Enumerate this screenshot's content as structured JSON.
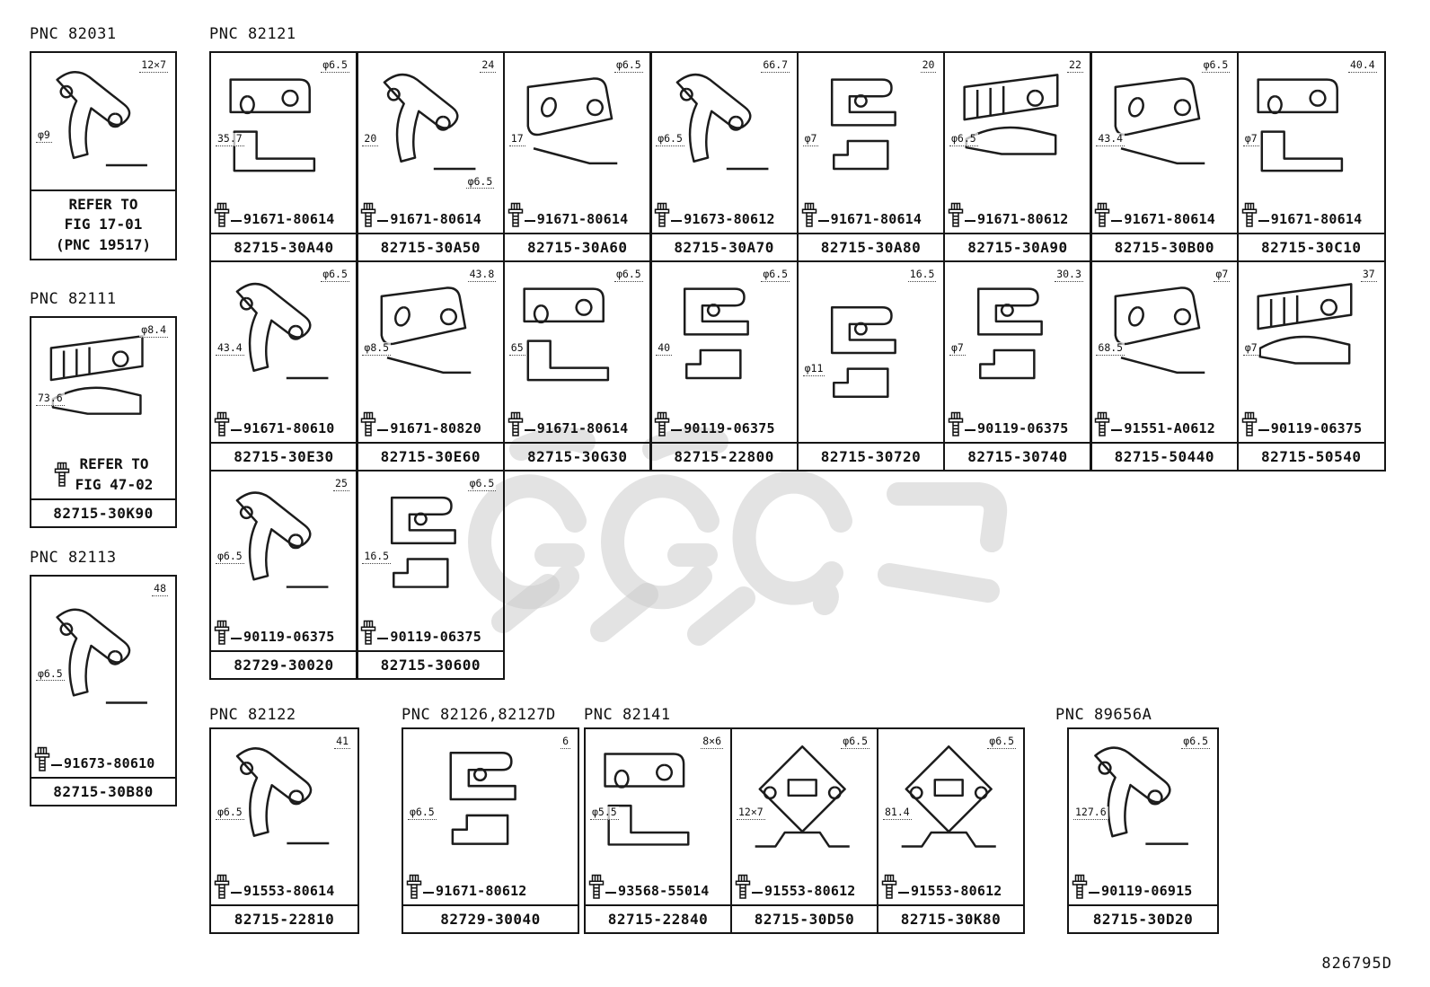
{
  "page": {
    "footer_code": "826795D",
    "watermark_color": "#cccccc"
  },
  "left_panels": [
    {
      "pnc": "PNC 82031",
      "dims": [
        "12×7",
        "φ9"
      ],
      "caption": [
        "REFER TO",
        "FIG 17-01",
        "(PNC 19517)"
      ],
      "caption_bordered": true,
      "bolt": null,
      "bolt_icon": false,
      "part": null,
      "shape": "arm"
    },
    {
      "pnc": "PNC 82111",
      "dims": [
        "φ8.4",
        "73.6"
      ],
      "caption": [
        "REFER TO",
        "FIG 47-02"
      ],
      "caption_bordered": false,
      "bolt": null,
      "bolt_icon": true,
      "part": "82715-30K90",
      "shape": "panel"
    },
    {
      "pnc": "PNC 82113",
      "dims": [
        "48",
        "φ6.5"
      ],
      "caption": [],
      "caption_bordered": false,
      "bolt": "91673-80610",
      "bolt_icon": true,
      "part": "82715-30B80",
      "shape": "arm"
    }
  ],
  "groups": [
    {
      "pnc": "PNC 82121",
      "rows": [
        [
          {
            "dims": [
              "φ6.5",
              "35.7"
            ],
            "bolt": "91671-80614",
            "part": "82715-30A40",
            "shape": "plate"
          },
          {
            "dims": [
              "24",
              "20",
              "φ6.5"
            ],
            "bolt": "91671-80614",
            "part": "82715-30A50",
            "shape": "arm"
          },
          {
            "dims": [
              "φ6.5",
              "17"
            ],
            "bolt": "91671-80614",
            "part": "82715-30A60",
            "shape": "flag"
          },
          {
            "dims": [
              "66.7",
              "φ6.5"
            ],
            "bolt": "91673-80612",
            "part": "82715-30A70",
            "shape": "arm"
          },
          {
            "dims": [
              "20",
              "φ7"
            ],
            "bolt": "91671-80614",
            "part": "82715-30A80",
            "shape": "clip"
          },
          {
            "dims": [
              "22",
              "φ6.5"
            ],
            "bolt": "91671-80612",
            "part": "82715-30A90",
            "shape": "panel"
          },
          {
            "dims": [
              "φ6.5",
              "43.4"
            ],
            "bolt": "91671-80614",
            "part": "82715-30B00",
            "shape": "flag"
          },
          {
            "dims": [
              "40.4",
              "φ7"
            ],
            "bolt": "91671-80614",
            "part": "82715-30C10",
            "shape": "plate"
          }
        ],
        [
          {
            "dims": [
              "φ6.5",
              "43.4"
            ],
            "bolt": "91671-80610",
            "part": "82715-30E30",
            "shape": "arm"
          },
          {
            "dims": [
              "43.8",
              "φ8.5"
            ],
            "bolt": "91671-80820",
            "part": "82715-30E60",
            "shape": "flag"
          },
          {
            "dims": [
              "φ6.5",
              "65"
            ],
            "bolt": "91671-80614",
            "part": "82715-30G30",
            "shape": "plate"
          },
          {
            "dims": [
              "φ6.5",
              "40"
            ],
            "bolt": "90119-06375",
            "part": "82715-22800",
            "shape": "clip"
          },
          {
            "dims": [
              "16.5",
              "φ11"
            ],
            "bolt": null,
            "part": "82715-30720",
            "shape": "clip"
          },
          {
            "dims": [
              "30.3",
              "φ7"
            ],
            "bolt": "90119-06375",
            "part": "82715-30740",
            "shape": "clip"
          },
          {
            "dims": [
              "φ7",
              "68.5"
            ],
            "bolt": "91551-A0612",
            "part": "82715-50440",
            "shape": "flag"
          },
          {
            "dims": [
              "37",
              "φ7"
            ],
            "bolt": "90119-06375",
            "part": "82715-50540",
            "shape": "panel"
          }
        ],
        [
          {
            "dims": [
              "25",
              "φ6.5"
            ],
            "bolt": "90119-06375",
            "part": "82729-30020",
            "shape": "arm"
          },
          {
            "dims": [
              "φ6.5",
              "16.5"
            ],
            "bolt": "90119-06375",
            "part": "82715-30600",
            "shape": "clip"
          }
        ]
      ]
    },
    {
      "pnc": "PNC 82122",
      "rows": [
        [
          {
            "dims": [
              "41",
              "φ6.5"
            ],
            "bolt": "91553-80614",
            "part": "82715-22810",
            "shape": "arm"
          }
        ]
      ]
    },
    {
      "pnc": "PNC 82126,82127D",
      "rows": [
        [
          {
            "dims": [
              "6",
              "φ6.5"
            ],
            "bolt": "91671-80612",
            "part": "82729-30040",
            "shape": "clip"
          }
        ]
      ]
    },
    {
      "pnc": "PNC 82141",
      "rows": [
        [
          {
            "dims": [
              "8×6",
              "φ5.5"
            ],
            "bolt": "93568-55014",
            "part": "82715-22840",
            "shape": "plate"
          },
          {
            "dims": [
              "φ6.5",
              "12×7"
            ],
            "bolt": "91553-80612",
            "part": "82715-30D50",
            "shape": "diamond"
          },
          {
            "dims": [
              "φ6.5",
              "81.4"
            ],
            "bolt": "91553-80612",
            "part": "82715-30K80",
            "shape": "diamond"
          }
        ]
      ]
    },
    {
      "pnc": "PNC 89656A",
      "rows": [
        [
          {
            "dims": [
              "φ6.5",
              "127.6"
            ],
            "bolt": "90119-06915",
            "part": "82715-30D20",
            "shape": "arm"
          }
        ]
      ]
    }
  ]
}
